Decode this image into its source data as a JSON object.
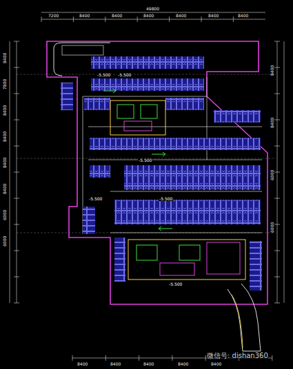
{
  "diagram": {
    "labels": [
      "49800",
      "7200",
      "8400",
      "8400",
      "8400",
      "8400",
      "8400",
      "8400",
      "8400",
      "8400",
      "8400",
      "8400",
      "8400",
      "8400",
      "7800",
      "8400",
      "8400",
      "8400",
      "8400",
      "6000",
      "6000",
      "8400",
      "8400",
      "6000",
      "6000",
      "-5.500",
      "-5.500",
      "-5.500",
      "-5.500",
      "-5.500",
      "-5.500",
      "微信号: dishan360"
    ]
  }
}
